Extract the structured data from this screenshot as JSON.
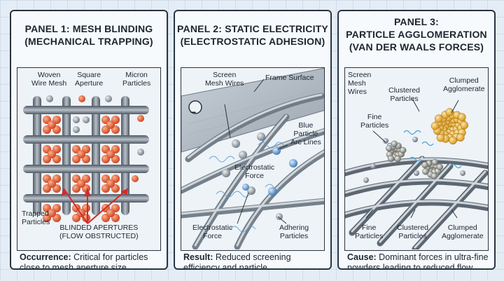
{
  "panels": [
    {
      "title_lines": [
        "PANEL 1: MESH BLINDING",
        "(MECHANICAL TRAPPING)"
      ],
      "labels": {
        "woven": [
          "Woven",
          "Wire Mesh"
        ],
        "square": [
          "Square",
          "Aperture"
        ],
        "micron": [
          "Micron",
          "Particles"
        ],
        "trapped": [
          "Trapped",
          "Particles"
        ],
        "blinded": [
          "BLINDED APERTURES",
          "(FLOW OBSTRUCTED)"
        ]
      },
      "caption_key": "Occurrence:",
      "caption_text": " Critical for particles close to mesh aperture size."
    },
    {
      "title_lines": [
        "PANEL 2: STATIC ELECTRICITY",
        "(ELECTROSTATIC ADHESION)"
      ],
      "labels": {
        "screen": [
          "Screen",
          "Mesh Wires"
        ],
        "frame": [
          "Frame Surface"
        ],
        "blue": [
          "Blue",
          "Particle",
          "Arc Lines"
        ],
        "force_mid": [
          "Electrostatic",
          "Force"
        ],
        "force_bottom": [
          "Electrostatic",
          "Force"
        ],
        "adhering": [
          "Adhering",
          "Particles"
        ],
        "minus_sign": "−"
      },
      "caption_key": "Result:",
      "caption_text": " Reduced screening efficiency and particle agglomeration."
    },
    {
      "title_lines": [
        "PANEL 3:",
        "PARTICLE AGGLOMERATION",
        "(VAN DER WAALS FORCES)"
      ],
      "labels": {
        "screen": [
          "Screen",
          "Mesh",
          "Wires"
        ],
        "clustered_top": [
          "Clustered",
          "Particles"
        ],
        "clumped_top": [
          "Clumped",
          "Agglomerate"
        ],
        "fine_top": [
          "Fine",
          "Particles"
        ],
        "fine_bottom": [
          "Fine",
          "Particles"
        ],
        "clustered_bottom": [
          "Clustered",
          "Particles"
        ],
        "clumped_bottom": [
          "Clumped",
          "Agglomerate"
        ]
      },
      "caption_key": "Cause:",
      "caption_text": " Dominant forces in ultra-fine powders leading to reduced flow rate."
    }
  ],
  "colors": {
    "orange": "#e4572e",
    "gray": "#8a939c",
    "yellow": "#f2b53a",
    "blue": "#5b9bd5",
    "wire": "#6f7a85",
    "arrow": "#d42a2a"
  }
}
